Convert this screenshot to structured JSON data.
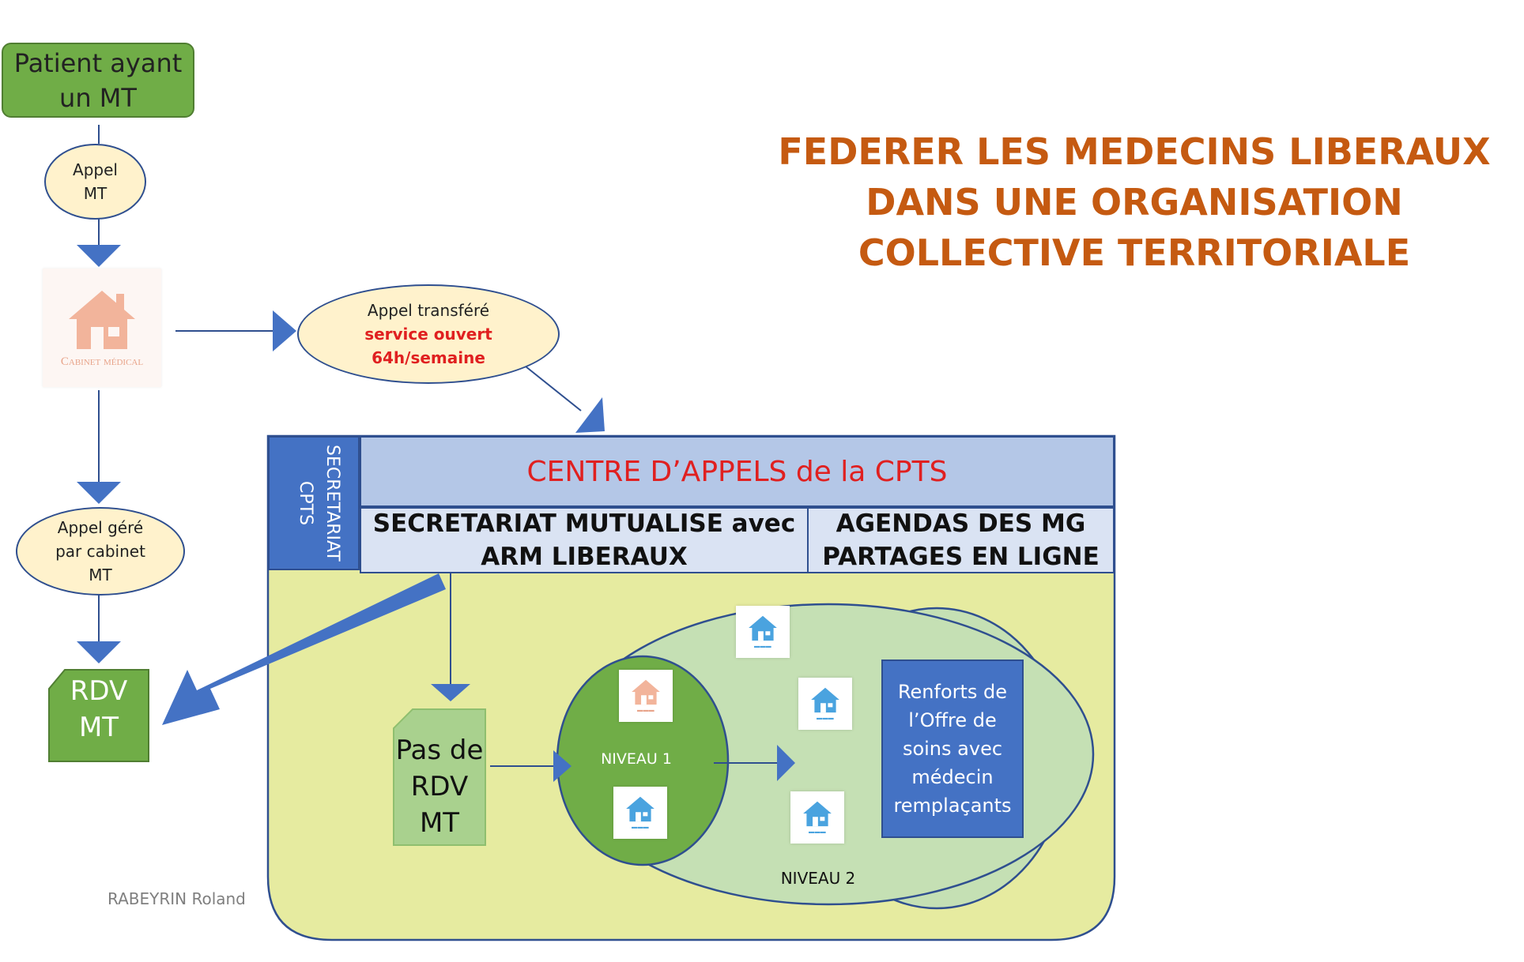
{
  "title": {
    "line1": "FEDERER LES MEDECINS LIBERAUX",
    "line2": "DANS UNE ORGANISATION",
    "line3": "COLLECTIVE TERRITORIALE",
    "color": "#c55a11"
  },
  "patient": {
    "line1": "Patient ayant",
    "line2": "un MT"
  },
  "appel_mt": {
    "line1": "Appel",
    "line2": "MT"
  },
  "cabinet": {
    "caption": "Cabinet médical",
    "icon": "house-icon"
  },
  "appel_transfere": {
    "line1": "Appel transféré",
    "line2": "service ouvert",
    "line3": "64h/semaine"
  },
  "appel_gere": {
    "line1": "Appel géré",
    "line2": "par cabinet",
    "line3": "MT"
  },
  "rdv_mt": {
    "line1": "RDV",
    "line2": "MT"
  },
  "secretariat_side": {
    "label": "SECRETARIAT CPTS"
  },
  "centre": {
    "header": "CENTRE D’APPELS de la CPTS"
  },
  "secretariat_mutualise": {
    "line1": "SECRETARIAT MUTUALISE avec",
    "line2": "ARM LIBERAUX"
  },
  "agendas": {
    "line1": "AGENDAS DES MG",
    "line2": "PARTAGES EN LIGNE"
  },
  "pas_rdv": {
    "line1": "Pas de",
    "line2": "RDV",
    "line3": "MT"
  },
  "niveau1": {
    "label": "NIVEAU 1"
  },
  "niveau2": {
    "label": "NIVEAU 2"
  },
  "renforts": {
    "line1": "Renforts de",
    "line2": "l’Offre de",
    "line3": "soins avec",
    "line4": "médecin",
    "line5": "remplaçants"
  },
  "author": "RABEYRIN Roland",
  "colors": {
    "arrow_blue": "#4472c4",
    "dark_blue": "#2f4f8f",
    "green": "#70ad47",
    "light_green": "#a9d18e",
    "pale_green": "#c5e0b4",
    "yellow_green": "#e6eba0",
    "pale_yellow": "#fff2cc",
    "header_blue": "#b4c7e7",
    "light_blue": "#dae3f3",
    "accent_red": "#e02020"
  }
}
